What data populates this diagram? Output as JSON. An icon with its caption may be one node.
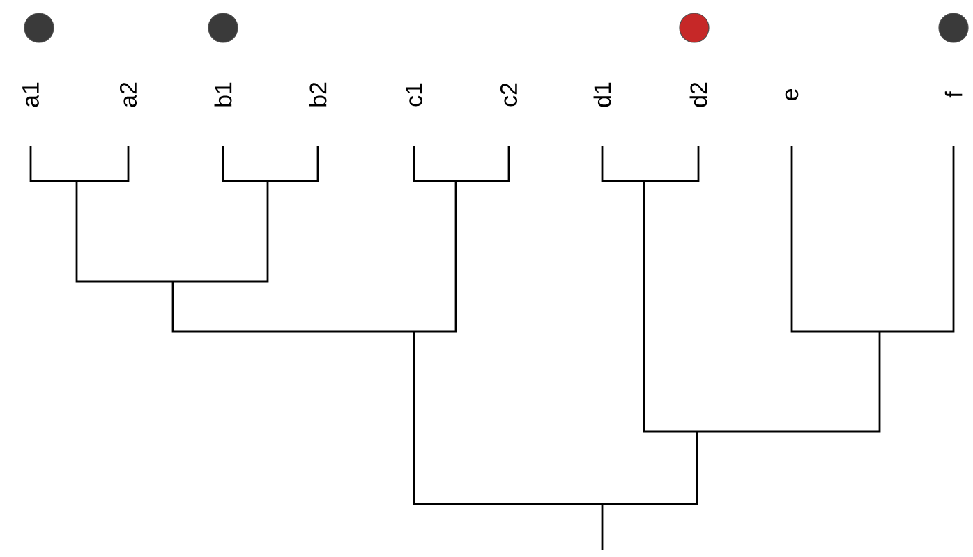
{
  "diagram": {
    "labels": [
      "a1",
      "a2",
      "b1",
      "b2",
      "c1",
      "c2",
      "d1",
      "d2",
      "e",
      "f"
    ]
  }
}
